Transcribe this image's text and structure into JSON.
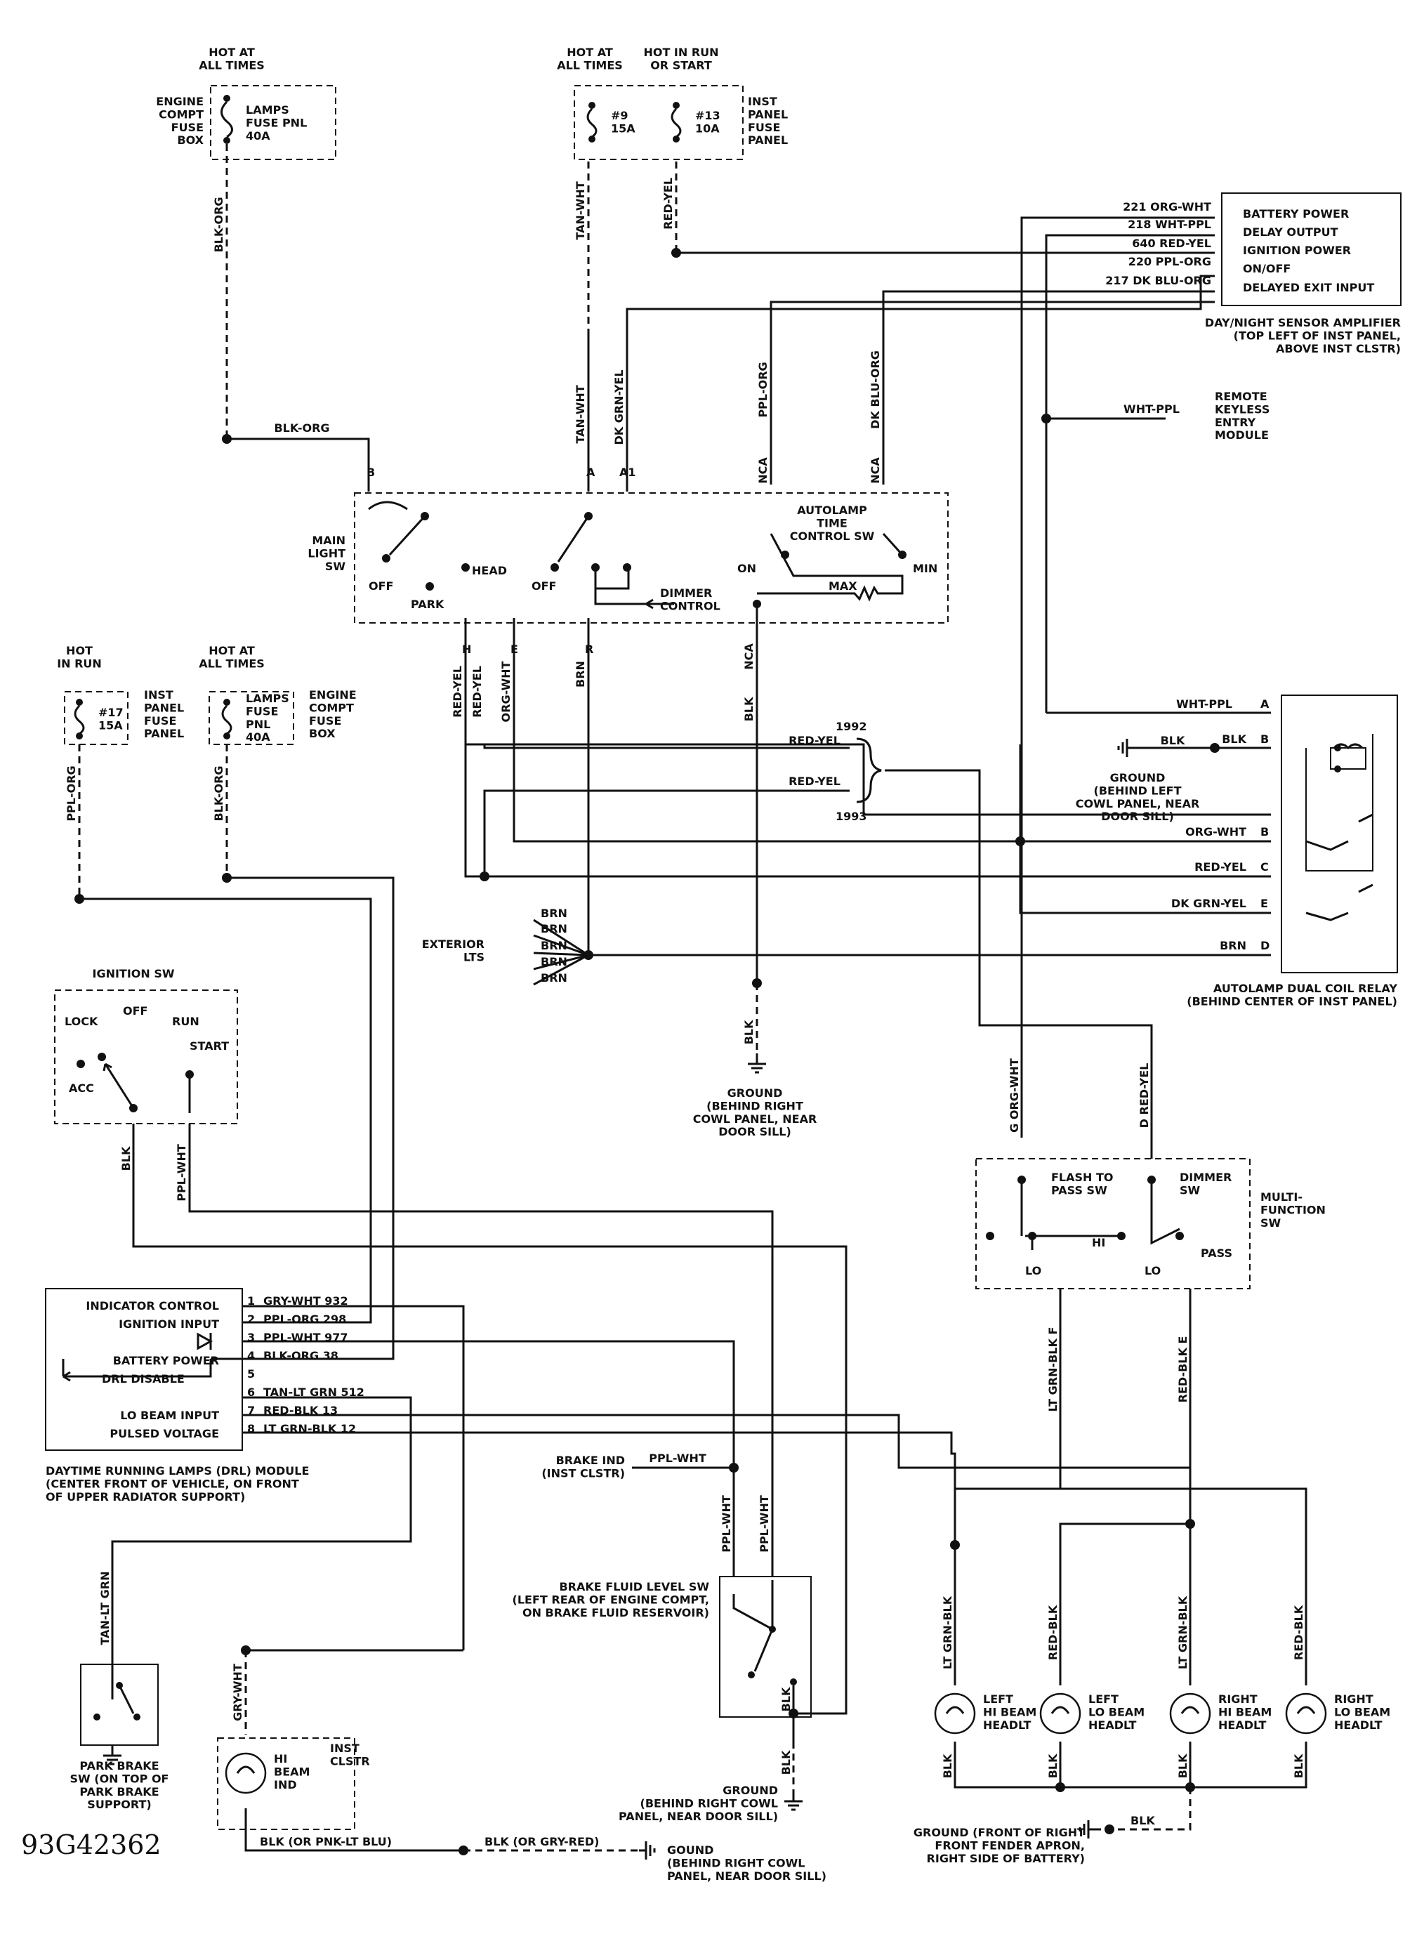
{
  "figure_id": "93G42362",
  "labels": {
    "hot_all_times_1": "HOT AT\nALL TIMES",
    "engine_fuse_box_1": "ENGINE\nCOMPT\nFUSE\nBOX",
    "lamps_fuse_1": "LAMPS\nFUSE PNL\n40A",
    "hot_all_times_2": "HOT AT\nALL TIMES",
    "hot_run_start": "HOT IN RUN\nOR START",
    "fuse9": "#9\n15A",
    "fuse13": "#13\n10A",
    "inst_fuse_panel_1": "INST\nPANEL\nFUSE\nPANEL",
    "sensor_amp": "DAY/NIGHT SENSOR AMPLIFIER\n(TOP LEFT OF INST PANEL,\nABOVE INST CLSTR)",
    "rke": "REMOTE\nKEYLESS\nENTRY\nMODULE",
    "main_light_sw": "MAIN\nLIGHT\nSW",
    "autolamp_sw": "AUTOLAMP\nTIME\nCONTROL SW",
    "off1": "OFF",
    "park": "PARK",
    "head": "HEAD",
    "off2": "OFF",
    "dimmer_control": "DIMMER\nCONTROL",
    "on": "ON",
    "max": "MAX",
    "min": "MIN",
    "hot_in_run": "HOT\nIN RUN",
    "fuse17": "#17\n15A",
    "inst_fuse_panel_2": "INST\nPANEL\nFUSE\nPANEL",
    "hot_all_times_3": "HOT AT\nALL TIMES",
    "lamps_fuse_2": "LAMPS\nFUSE\nPNL\n40A",
    "engine_fuse_box_2": "ENGINE\nCOMPT\nFUSE\nBOX",
    "year_1992": "1992",
    "year_1993": "1993",
    "ground_relay": "GROUND\n(BEHIND LEFT\nCOWL PANEL, NEAR\nDOOR SILL)",
    "autolamp_relay": "AUTOLAMP DUAL COIL RELAY\n(BEHIND CENTER OF INST PANEL)",
    "exterior_lts": "EXTERIOR\nLTS",
    "ignition_sw": "IGNITION SW",
    "lock": "LOCK",
    "off3": "OFF",
    "run": "RUN",
    "start": "START",
    "acc": "ACC",
    "ground_right_cowl_1": "GROUND\n(BEHIND RIGHT\nCOWL PANEL, NEAR\nDOOR SILL)",
    "multi_function_sw": "MULTI-\nFUNCTION\nSW",
    "flash_to_pass": "FLASH TO\nPASS SW",
    "dimmer_sw": "DIMMER\nSW",
    "hi": "HI",
    "lo1": "LO",
    "lo2": "LO",
    "pass": "PASS",
    "drl_module": "DAYTIME RUNNING LAMPS (DRL) MODULE\n(CENTER FRONT OF VEHICLE, ON FRONT\nOF UPPER RADIATOR SUPPORT)",
    "brake_ind": "BRAKE IND\n(INST CLSTR)",
    "brake_fluid_sw": "BRAKE FLUID LEVEL SW\n(LEFT REAR OF ENGINE COMPT,\nON BRAKE FLUID RESERVOIR)",
    "park_brake_sw": "PARK BRAKE\nSW (ON TOP OF\nPARK BRAKE\nSUPPORT)",
    "hi_beam_ind": "HI\nBEAM\nIND",
    "inst_clstr": "INST\nCLSTR",
    "ground_right_cowl_2": "GROUND\n(BEHIND RIGHT COWL\nPANEL, NEAR DOOR SILL)",
    "gound_right_cowl_3": "GOUND\n(BEHIND RIGHT COWL\nPANEL, NEAR DOOR SILL)",
    "ground_front_fender": "GROUND (FRONT OF RIGHT\nFRONT FENDER APRON,\nRIGHT SIDE OF BATTERY)",
    "left_hi_beam": "LEFT\nHI BEAM\nHEADLT",
    "left_lo_beam": "LEFT\nLO BEAM\nHEADLT",
    "right_hi_beam": "RIGHT\nHI BEAM\nHEADLT",
    "right_lo_beam": "RIGHT\nLO BEAM\nHEADLT"
  },
  "sensor_pins": [
    {
      "wire": "221 ORG-WHT",
      "function": "BATTERY POWER"
    },
    {
      "wire": "218 WHT-PPL",
      "function": "DELAY OUTPUT"
    },
    {
      "wire": "640 RED-YEL",
      "function": "IGNITION POWER"
    },
    {
      "wire": "220 PPL-ORG",
      "function": "ON/OFF"
    },
    {
      "wire": "217 DK BLU-ORG",
      "function": "DELAYED EXIT INPUT"
    }
  ],
  "relay_pins": [
    {
      "wire": "WHT-PPL",
      "pin": "A"
    },
    {
      "wire": "BLK",
      "pin": "B"
    },
    {
      "wire": "ORG-WHT",
      "pin": "B"
    },
    {
      "wire": "RED-YEL",
      "pin": "C"
    },
    {
      "wire": "DK GRN-YEL",
      "pin": "E"
    },
    {
      "wire": "BRN",
      "pin": "D"
    }
  ],
  "drl_pins": [
    {
      "label": "INDICATOR CONTROL",
      "num": "1",
      "wire": "GRY-WHT 932"
    },
    {
      "label": "IGNITION INPUT",
      "num": "2",
      "wire": "PPL-ORG 298"
    },
    {
      "label": "",
      "num": "3",
      "wire": "PPL-WHT 977"
    },
    {
      "label": "BATTERY POWER",
      "num": "4",
      "wire": "BLK-ORG 38"
    },
    {
      "label": "DRL DISABLE",
      "num": "5",
      "wire": ""
    },
    {
      "label": "",
      "num": "6",
      "wire": "TAN-LT GRN 512"
    },
    {
      "label": "LO BEAM INPUT",
      "num": "7",
      "wire": "RED-BLK 13"
    },
    {
      "label": "PULSED VOLTAGE",
      "num": "8",
      "wire": "LT GRN-BLK 12"
    }
  ],
  "exterior_wires": [
    "BRN",
    "BRN",
    "BRN",
    "BRN",
    "BRN"
  ],
  "wires": {
    "blk_org_a": "BLK-ORG",
    "blk_org_b": "BLK-ORG",
    "tan_wht_a": "TAN-WHT",
    "tan_wht_b": "TAN-WHT",
    "red_yel_a": "RED-YEL",
    "dk_grn_yel": "DK GRN-YEL",
    "ppl_org_a": "PPL-ORG",
    "dk_blu_org": "DK BLU-ORG",
    "nca_1": "NCA",
    "nca_2": "NCA",
    "wht_ppl": "WHT-PPL",
    "pin_b": "B",
    "pin_a": "A",
    "pin_a1": "A1",
    "pin_h": "H",
    "pin_e": "E",
    "pin_r": "R",
    "red_yel_h": "RED-YEL",
    "red_yel_2": "RED-YEL",
    "org_wht_e": "ORG-WHT",
    "brn_r": "BRN",
    "nca_3": "NCA",
    "blk_main": "BLK",
    "ppl_org_fuse": "PPL-ORG",
    "blk_org_fuse": "BLK-ORG",
    "red_yel_1992": "RED-YEL",
    "red_yel_1993": "RED-YEL",
    "blk_relay_gnd": "BLK",
    "blk_ground": "BLK",
    "g_org_wht": "G  ORG-WHT",
    "d_red_yel": "D  RED-YEL",
    "f_lt_grn_blk": "LT GRN-BLK  F",
    "e_red_blk": "RED-BLK  E",
    "blk_ign": "BLK",
    "ppl_wht_ign": "PPL-WHT",
    "ppl_wht_brake": "PPL-WHT",
    "ppl_wht_1": "PPL-WHT",
    "ppl_wht_2": "PPL-WHT",
    "tan_lt_grn": "TAN-LT GRN",
    "gry_wht": "GRY-WHT",
    "blk_brake": "BLK",
    "blk_brake_gnd": "BLK",
    "blk_pnk": "BLK (OR PNK-LT BLU)",
    "blk_gry_red": "BLK (OR GRY-RED)",
    "lt_grn_blk_l": "LT GRN-BLK",
    "red_blk_l": "RED-BLK",
    "lt_grn_blk_r": "LT GRN-BLK",
    "red_blk_r": "RED-BLK",
    "blk_h1": "BLK",
    "blk_h2": "BLK",
    "blk_h3": "BLK",
    "blk_h4": "BLK",
    "blk_fender": "BLK"
  }
}
